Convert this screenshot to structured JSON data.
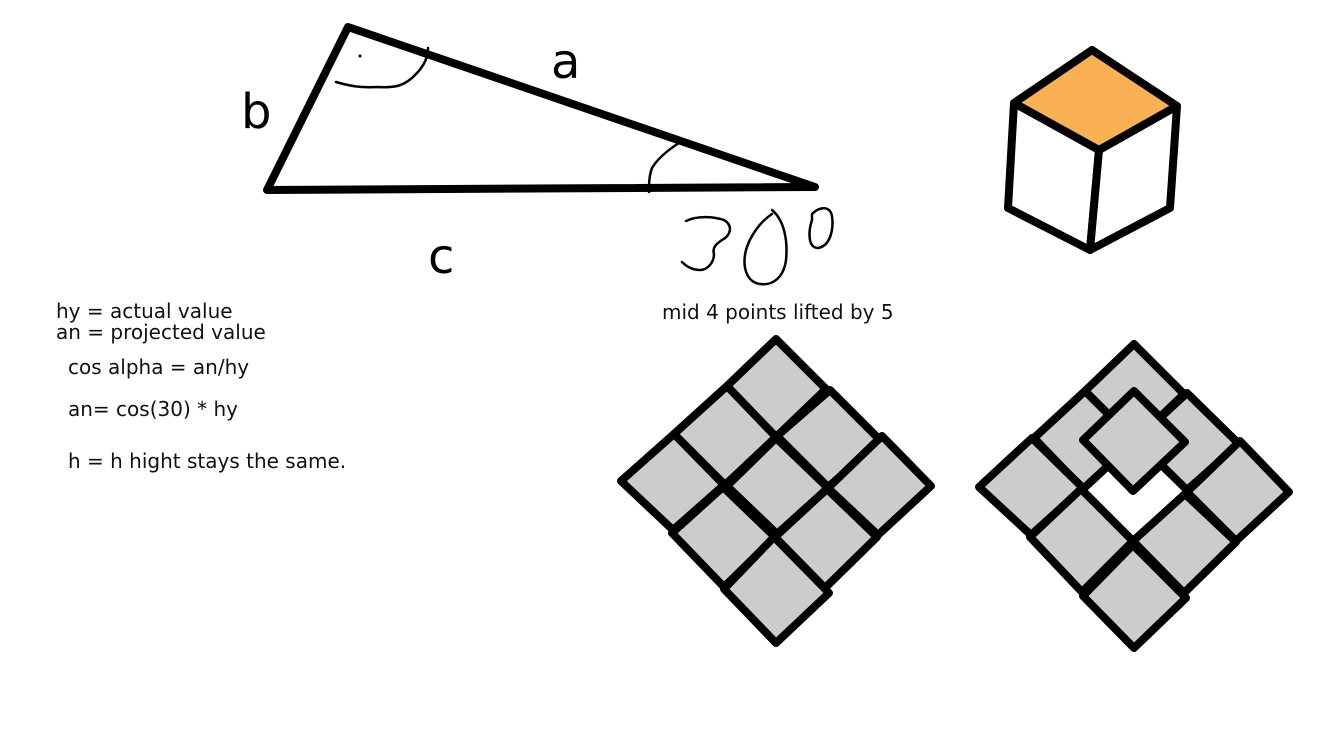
{
  "triangle": {
    "side_a": "a",
    "side_b": "b",
    "side_c": "c",
    "angle_label": "30°"
  },
  "notes": {
    "line1": "hy = actual value",
    "line2": "an = projected value",
    "line3": "cos alpha = an/hy",
    "line4": "an= cos(30) * hy",
    "line5": "h = h hight stays the same."
  },
  "grid_caption": "mid 4 points lifted by 5",
  "colors": {
    "stroke": "#000000",
    "tile_fill": "#cccccc",
    "cube_top": "#f9b153",
    "cube_side": "#ffffff"
  }
}
